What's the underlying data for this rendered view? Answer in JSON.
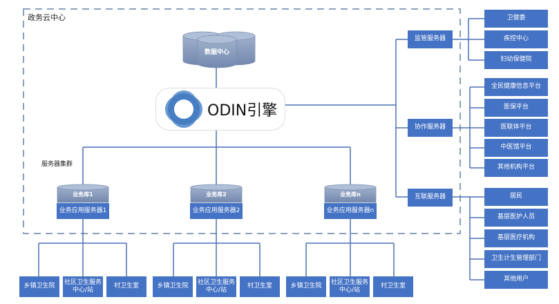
{
  "cloud_center": {
    "title": "政务云中心"
  },
  "data_center": {
    "label": "数据中心"
  },
  "engine": {
    "label": "ODIN引擎"
  },
  "server_cluster": {
    "title": "服务器集群",
    "nodes": [
      {
        "db": "业务库1",
        "server": "业务应用服务器1"
      },
      {
        "db": "业务库2",
        "server": "业务应用服务器2"
      },
      {
        "db": "业务库n",
        "server": "业务应用服务器n"
      }
    ]
  },
  "facility_groups": [
    {
      "items": [
        "乡镇卫生院",
        "社区卫生服务中心/站",
        "村卫生室"
      ]
    },
    {
      "items": [
        "乡镇卫生院",
        "社区卫生服务中心/站",
        "村卫生室"
      ]
    },
    {
      "items": [
        "乡镇卫生院",
        "社区卫生服务中心/站",
        "村卫生室"
      ]
    }
  ],
  "external_servers": [
    {
      "label": "监管服务器",
      "targets": [
        "卫健委",
        "疾控中心",
        "妇幼保健院"
      ]
    },
    {
      "label": "协作服务器",
      "targets": [
        "全民健康信息平台",
        "医保平台",
        "医联体平台",
        "中医馆平台",
        "其他机构平台"
      ]
    },
    {
      "label": "互联服务器",
      "targets": [
        "居民",
        "基层医护人员",
        "基层医疗机构",
        "卫生计生管理部门",
        "其他用户"
      ]
    }
  ],
  "colors": {
    "box": "#4472c4",
    "line": "#4a6fb5",
    "dash": "#8aa0be",
    "cylinder": "#8498b8"
  }
}
